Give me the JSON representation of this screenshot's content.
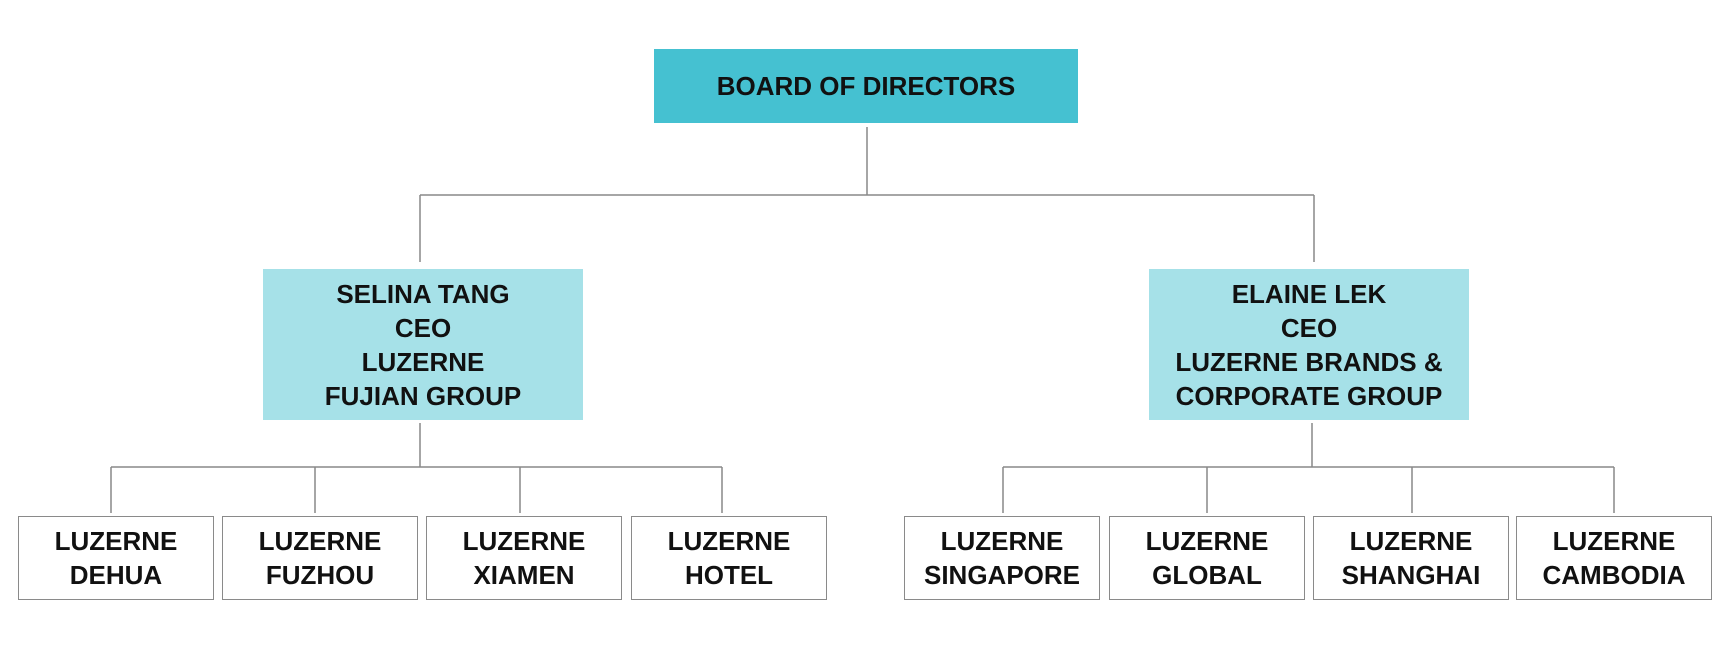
{
  "colors": {
    "root_fill": "#45c1d1",
    "exec_fill": "#a6e1e8",
    "unit_border": "#8a8a8a",
    "connector": "#888888",
    "text": "#111111"
  },
  "root": {
    "label": "BOARD OF DIRECTORS"
  },
  "executives": [
    {
      "name": "SELINA TANG",
      "role": "CEO",
      "org_line1": "LUZERNE",
      "org_line2": "FUJIAN GROUP",
      "units": [
        {
          "line1": "LUZERNE",
          "line2": "DEHUA"
        },
        {
          "line1": "LUZERNE",
          "line2": "FUZHOU"
        },
        {
          "line1": "LUZERNE",
          "line2": "XIAMEN"
        },
        {
          "line1": "LUZERNE",
          "line2": "HOTEL"
        }
      ]
    },
    {
      "name": "ELAINE LEK",
      "role": "CEO",
      "org_line1": "LUZERNE BRANDS &",
      "org_line2": "CORPORATE GROUP",
      "units": [
        {
          "line1": "LUZERNE",
          "line2": "SINGAPORE"
        },
        {
          "line1": "LUZERNE",
          "line2": "GLOBAL"
        },
        {
          "line1": "LUZERNE",
          "line2": "SHANGHAI"
        },
        {
          "line1": "LUZERNE",
          "line2": "CAMBODIA"
        }
      ]
    }
  ]
}
